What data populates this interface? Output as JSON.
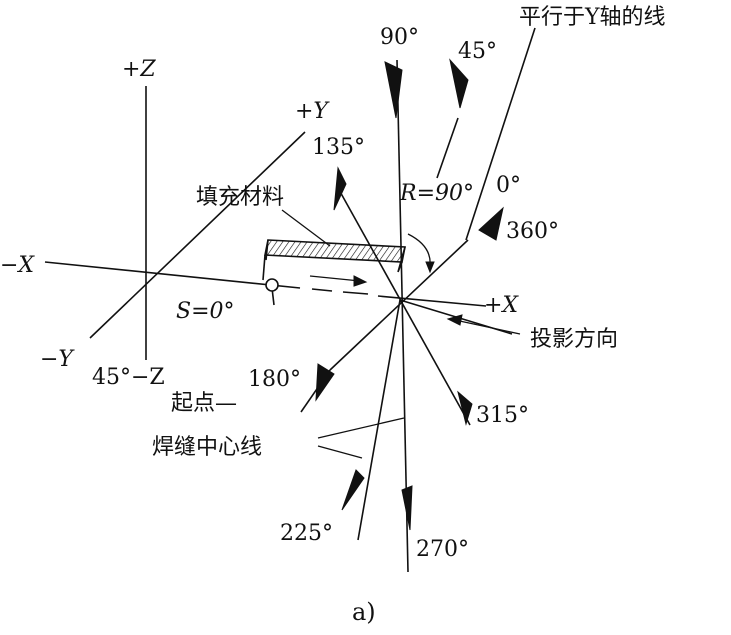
{
  "labels": {
    "parallel_y_line": "平行于Y轴的线",
    "pos_z": "+Z",
    "neg_z": "45°−Z",
    "pos_y": "+Y",
    "neg_y": "−Y",
    "neg_x": "−X",
    "pos_x": "+X",
    "filler": "填充材料",
    "radius": "R=90°",
    "start_angle": "S=0°",
    "projection_dir": "投影方向",
    "start_point": "起点—",
    "weld_centerline": "焊缝中心线",
    "caption": "a)"
  },
  "angles": {
    "a0": "0°",
    "a45": "45°",
    "a90": "90°",
    "a135": "135°",
    "a180": "180°",
    "a225": "225°",
    "a270": "270°",
    "a315": "315°",
    "a360": "360°"
  }
}
